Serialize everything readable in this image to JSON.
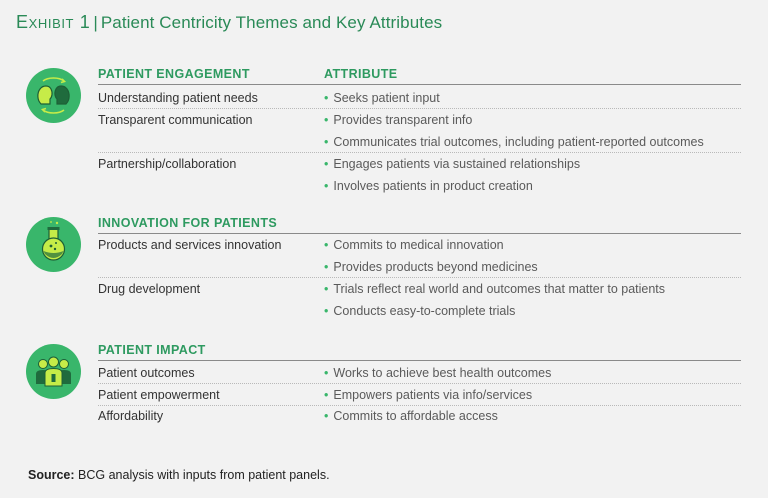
{
  "exhibit": {
    "label": "Exhibit 1",
    "separator": "|",
    "title": "Patient Centricity Themes and Key Attributes"
  },
  "attribute_header": "ATTRIBUTE",
  "sections": [
    {
      "title": "PATIENT ENGAGEMENT",
      "icon": "faces-exchange-icon",
      "rows": [
        {
          "theme": "Understanding patient needs",
          "attributes": [
            "Seeks patient input"
          ]
        },
        {
          "theme": "Transparent communication",
          "attributes": [
            "Provides transparent info",
            "Communicates trial outcomes, including patient-reported outcomes"
          ]
        },
        {
          "theme": "Partnership/collaboration",
          "attributes": [
            "Engages patients via sustained relationships",
            "Involves patients in product creation"
          ]
        }
      ]
    },
    {
      "title": "INNOVATION FOR PATIENTS",
      "icon": "flask-icon",
      "rows": [
        {
          "theme": "Products and services innovation",
          "attributes": [
            "Commits to medical innovation",
            "Provides products beyond medicines"
          ]
        },
        {
          "theme": "Drug development",
          "attributes": [
            "Trials reflect real world and outcomes that matter to patients",
            "Conducts easy-to-complete trials"
          ]
        }
      ]
    },
    {
      "title": "PATIENT IMPACT",
      "icon": "people-group-icon",
      "rows": [
        {
          "theme": "Patient outcomes",
          "attributes": [
            "Works to achieve best health outcomes"
          ]
        },
        {
          "theme": "Patient empowerment",
          "attributes": [
            "Empowers patients via info/services"
          ]
        },
        {
          "theme": "Affordability",
          "attributes": [
            "Commits to affordable access"
          ]
        }
      ]
    }
  ],
  "source": {
    "label": "Source:",
    "text": "BCG analysis with inputs from patient panels."
  },
  "colors": {
    "accent": "#2e9a60",
    "icon_fill": "#39b66b",
    "icon_highlight": "#c6ec48",
    "background": "#f2f2f2"
  }
}
